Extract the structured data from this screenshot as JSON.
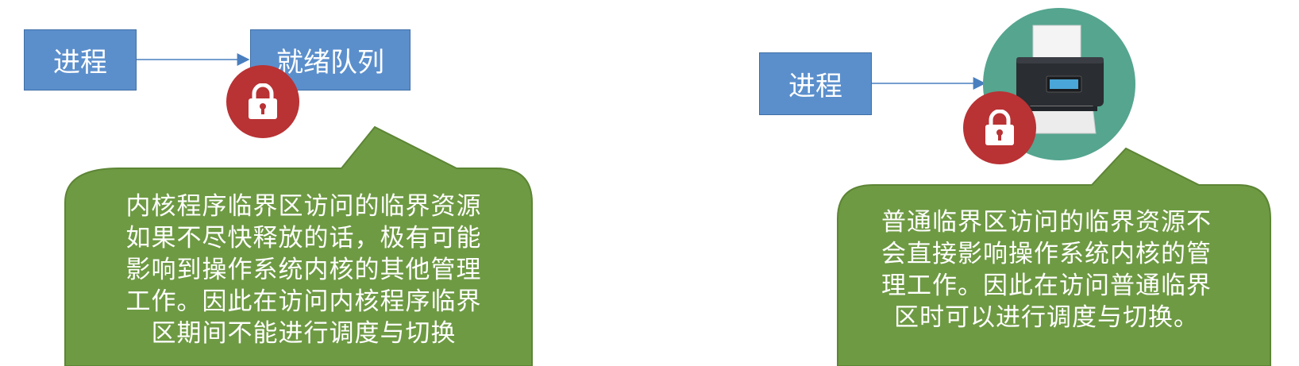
{
  "left_panel": {
    "process_label": "进程",
    "queue_label": "就绪队列",
    "bubble_text": "内核程序临界区访问的临界资源\n如果不尽快释放的话，极有可能\n影响到操作系统内核的其他管理\n工作。因此在访问内核程序临界\n区期间不能进行调度与切换"
  },
  "right_panel": {
    "process_label": "进程",
    "bubble_text": "普通临界区访问的临界资源不\n会直接影响操作系统内核的管\n理工作。因此在访问普通临界\n区时可以进行调度与切换。"
  },
  "icons": {
    "lock": "lock-icon",
    "printer": "printer-icon"
  },
  "colors": {
    "box_blue": "#5b8fcc",
    "bubble_green": "#6e9a43",
    "lock_red": "#b93234",
    "printer_teal": "#55a58f"
  }
}
